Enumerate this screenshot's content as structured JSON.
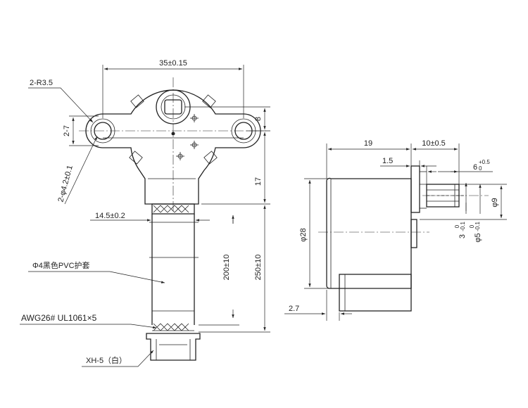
{
  "drawing": {
    "front_view": {
      "dim_width": "35±0.15",
      "dim_radius": "2-R3.5",
      "dim_ear_height": "2-7",
      "dim_hole": "2-φ4.2±0.1",
      "dim_top": "8",
      "dim_body": "17",
      "dim_grommet": "14.5±0.2",
      "dim_sleeve_length": "200±10",
      "dim_lead_length": "250±10",
      "label_sleeve": "Φ4黑色PVC护套",
      "label_wire": "AWG26# UL1061×5",
      "label_connector": "XH-5（白）"
    },
    "side_view": {
      "dim_body_length": "19",
      "dim_shaft_length": "10±0.5",
      "dim_step": "1.5",
      "dim_flat": "6",
      "dim_flat_tol": "+0.5",
      "dim_flat_tol_low": "0",
      "dim_diameter": "φ28",
      "dim_boss": "φ9",
      "dim_flat_width": "3",
      "dim_flat_width_tol": "0",
      "dim_flat_width_tol_low": "-0.1",
      "dim_shaft": "φ5",
      "dim_shaft_tol": "0",
      "dim_shaft_tol_low": "-0.1",
      "dim_base": "2.7"
    }
  }
}
